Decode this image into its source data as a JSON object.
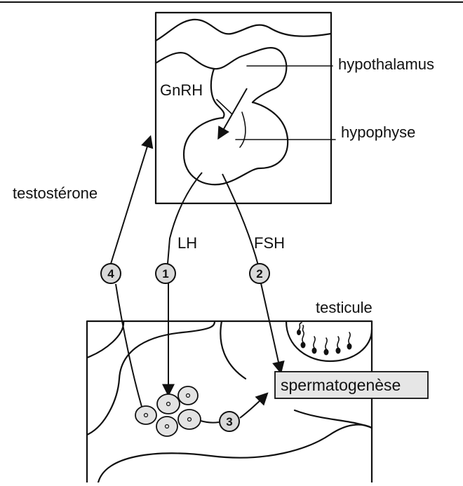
{
  "labels": {
    "hypothalamus": "hypothalamus",
    "hypophyse": "hypophyse",
    "gnrh": "GnRH",
    "testosterone": "testostérone",
    "lh": "LH",
    "fsh": "FSH",
    "testicule": "testicule",
    "spermatogenese": "spermatogenèse"
  },
  "steps": [
    "1",
    "2",
    "3",
    "4"
  ]
}
